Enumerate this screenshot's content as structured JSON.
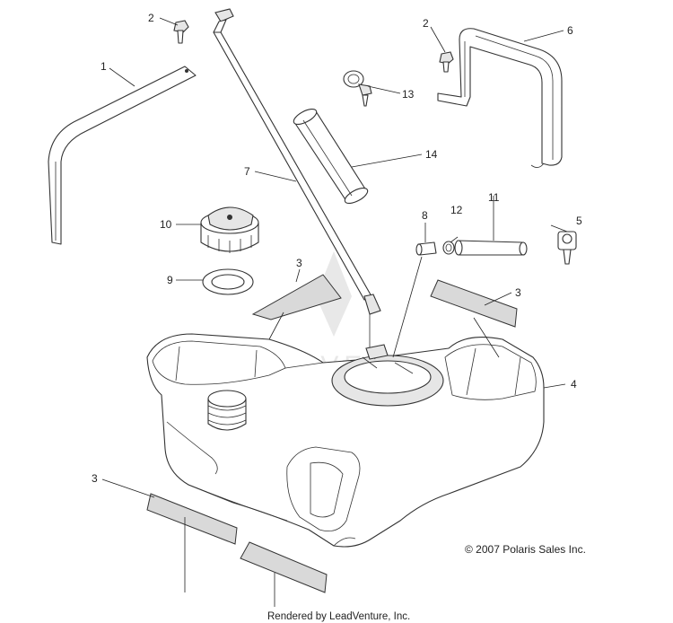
{
  "callouts": {
    "c1": "1",
    "c2a": "2",
    "c2b": "2",
    "c3a": "3",
    "c3b": "3",
    "c3c": "3",
    "c4": "4",
    "c5": "5",
    "c6": "6",
    "c7": "7",
    "c8": "8",
    "c9": "9",
    "c10": "10",
    "c11": "11",
    "c12": "12",
    "c13": "13",
    "c14": "14"
  },
  "copyright": "© 2007 Polaris Sales Inc.",
  "credit": "Rendered by LeadVenture, Inc.",
  "watermark": "LEADVENTURE"
}
